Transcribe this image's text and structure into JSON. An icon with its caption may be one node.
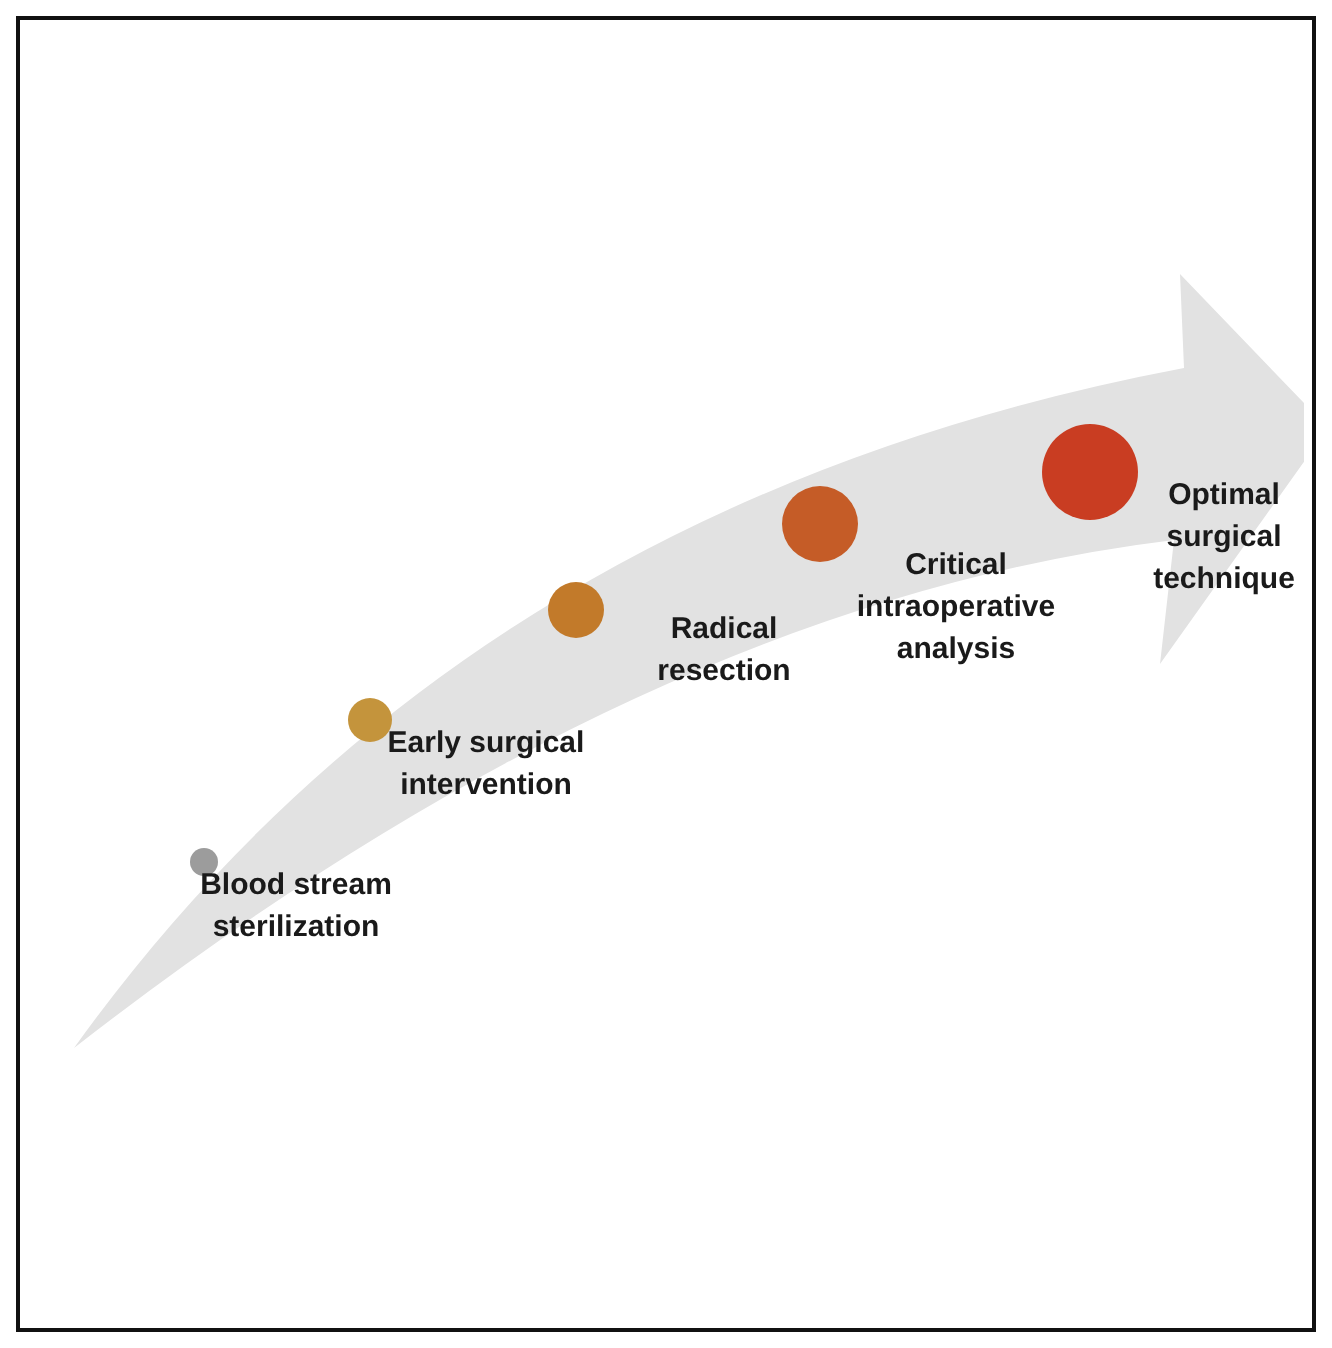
{
  "diagram": {
    "nodes": [
      {
        "text": [],
        "shape": "circle",
        "beside": [
          "Blood stream sterilization"
        ]
      },
      {
        "text": [],
        "shape": "circle",
        "beside": [
          "Early surgical intervention"
        ]
      },
      {
        "text": [],
        "shape": "circle",
        "beside": [
          "Radical resection"
        ]
      },
      {
        "text": [],
        "shape": "circle",
        "beside": [
          "Critical intraoperative analysis"
        ]
      },
      {
        "text": [],
        "shape": "circle",
        "beside": [
          "Optimal surgical technique"
        ]
      }
    ]
  }
}
